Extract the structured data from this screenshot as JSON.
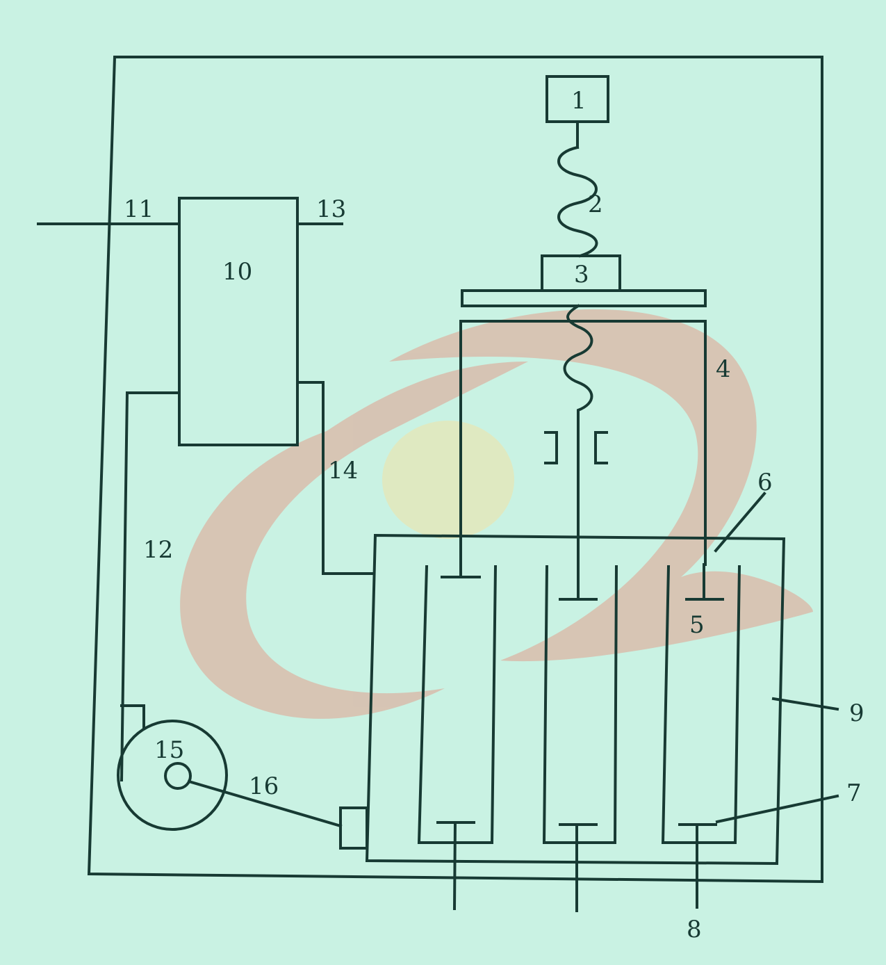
{
  "colors": {
    "background": "#c9f2e3",
    "ink": "#173a33",
    "watermark_red": "#e2a08e",
    "watermark_yellow": "#f2e3a6"
  },
  "labels": {
    "l1": "1",
    "l2": "2",
    "l3": "3",
    "l4": "4",
    "l5": "5",
    "l6": "6",
    "l7": "7",
    "l8": "8",
    "l9": "9",
    "l10": "10",
    "l11": "11",
    "l12": "12",
    "l13": "13",
    "l14": "14",
    "l15": "15",
    "l16": "16"
  }
}
